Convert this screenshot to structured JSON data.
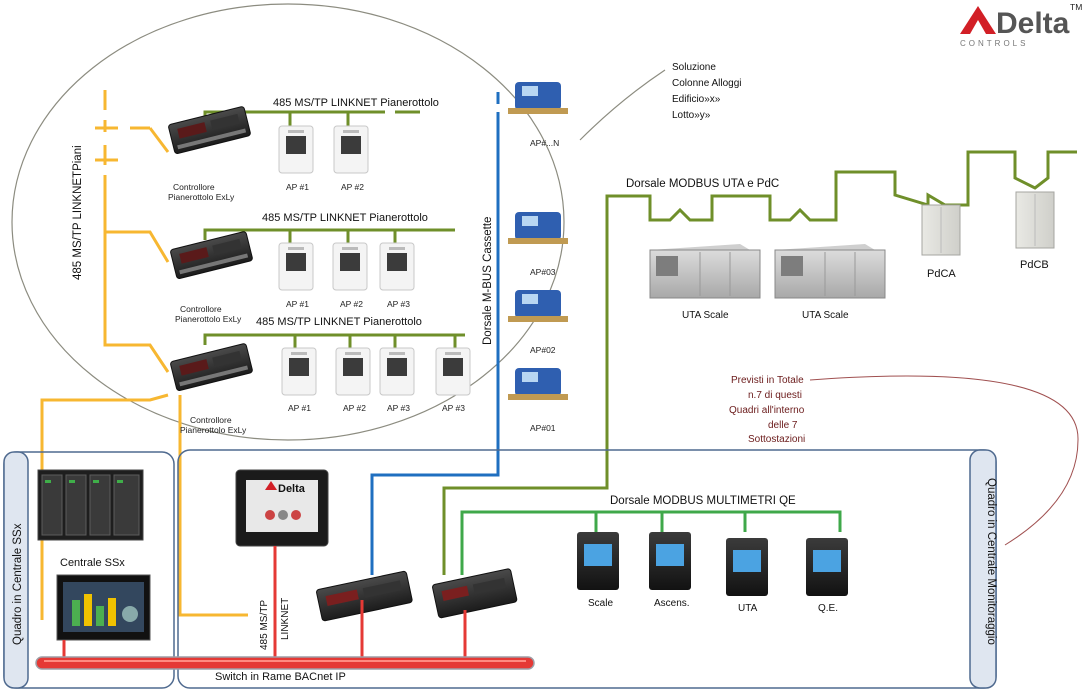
{
  "brand": {
    "word": "Delta",
    "tagline": "CONTROLS",
    "tm": "TM"
  },
  "bubble_note": [
    "Soluzione",
    "Colonne Alloggi",
    "Edificio»x»",
    "Lotto»y»"
  ],
  "ellipse": {
    "vertical_bus": "485 MS/TP LINKNETPiani",
    "floors": [
      {
        "bus": "485 MS/TP LINKNET Pianerottolo",
        "controller": [
          "Controllore",
          "Pianerottolo ExLy"
        ],
        "aps": [
          "AP #1",
          "AP #2"
        ]
      },
      {
        "bus": "485 MS/TP LINKNET Pianerottolo",
        "controller": [
          "Controllore",
          "Pianerottolo ExLy"
        ],
        "aps": [
          "AP #1",
          "AP #2",
          "AP #3"
        ]
      },
      {
        "bus": "485 MS/TP LINKNET Pianerottolo",
        "controller": [
          "Controllore",
          "Pianerottolo ExLy"
        ],
        "aps": [
          "AP #1",
          "AP #2",
          "AP #3",
          "AP #3"
        ]
      }
    ]
  },
  "mbus": {
    "label": "Dorsale M-BUS Cassette",
    "meters": [
      "AP#...N",
      "AP#03",
      "AP#02",
      "AP#01"
    ]
  },
  "modbus_uta": {
    "label": "Dorsale MODBUS UTA e PdC",
    "devices": [
      "UTA Scale",
      "UTA Scale",
      "PdCA",
      "PdCB"
    ]
  },
  "red_note": [
    "Previsti in Totale",
    "n.7 di questi",
    "Quadri all'interno",
    "delle 7",
    "Sottostazioni"
  ],
  "left_panel": {
    "title": "Quadro in Centrale SSx",
    "device": "Centrale SSx"
  },
  "right_panel": {
    "title": "Quadro in Centrale Monitoraggio",
    "touch_brand": "Delta",
    "linknet": [
      "485 MS/TP",
      "LINKNET"
    ],
    "multimeter_bus": "Dorsale MODBUS MULTIMETRI QE",
    "meters": [
      "Scale",
      "Ascens.",
      "UTA",
      "Q.E."
    ]
  },
  "switch_label": "Switch in Rame BACnet IP",
  "colors": {
    "yellow_bus": "#f7b731",
    "green_bus": "#6f8f2a",
    "green_modbus": "#3fa84a",
    "blue_bus": "#1f6fc0",
    "red_switch": "#e53935",
    "frame": "#4f6a8f"
  }
}
